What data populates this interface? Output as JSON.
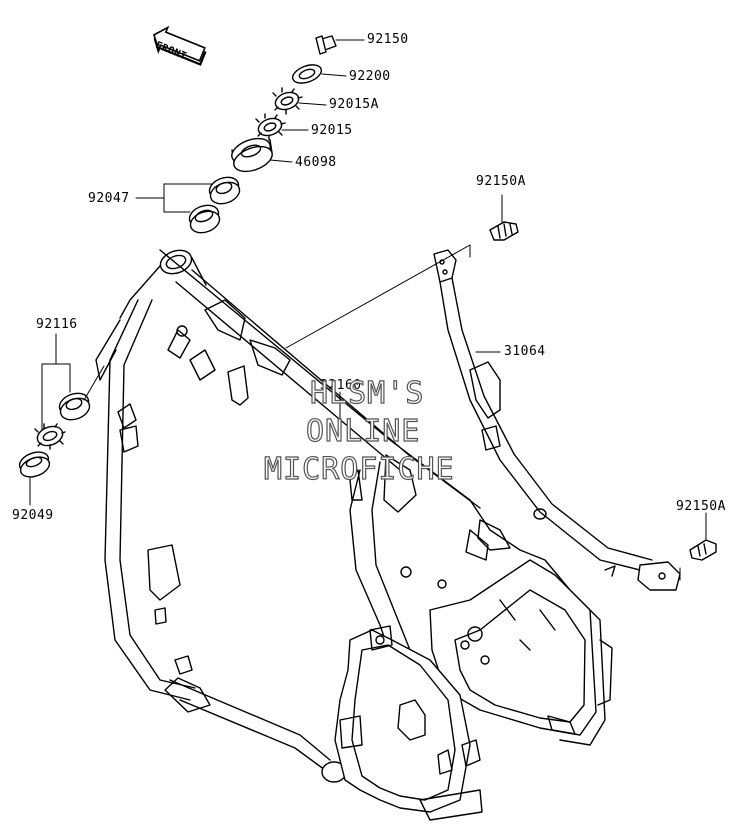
{
  "front_arrow": {
    "label": "FRONT",
    "icon": "front-arrow-icon"
  },
  "labels": {
    "p92150": "92150",
    "p92200": "92200",
    "p92015A": "92015A",
    "p92015": "92015",
    "p46098": "46098",
    "p92047": "92047",
    "p92150A_top": "92150A",
    "p92116": "92116",
    "p92049": "92049",
    "p31064": "31064",
    "p32160": "32160",
    "p92150A_right": "92150A"
  },
  "watermark": {
    "line1": "HLSM'S",
    "line2": "ONLINE",
    "line3": "MICROFICHE"
  },
  "colors": {
    "ink": "#000000",
    "background": "#ffffff",
    "watermark_stroke": "#555555"
  }
}
